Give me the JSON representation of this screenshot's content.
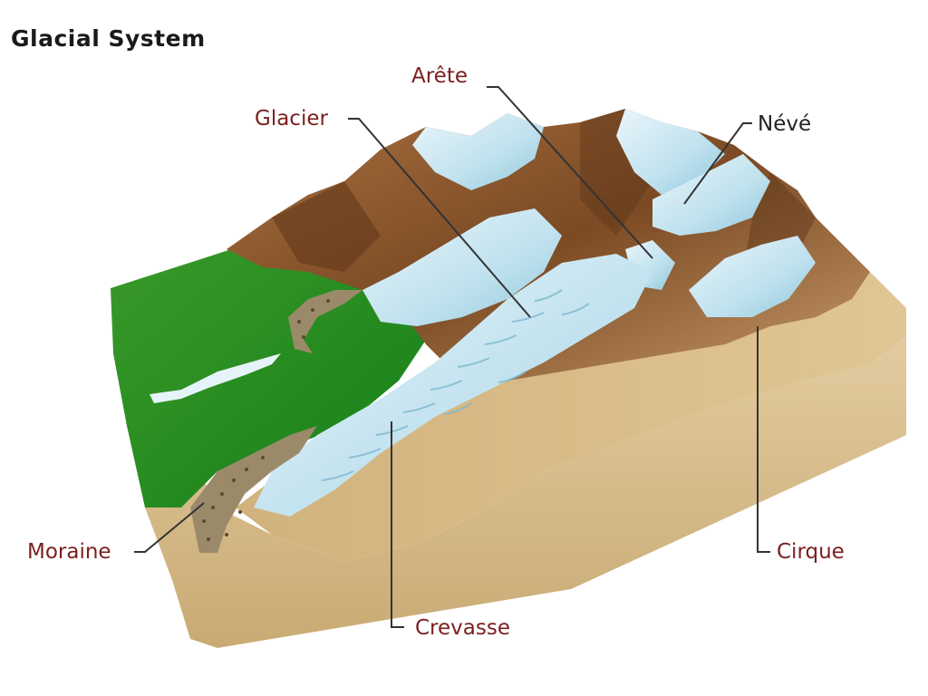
{
  "title": "Glacial System",
  "labels": {
    "arete": "Arête",
    "glacier": "Glacier",
    "neve": "Névé",
    "moraine": "Moraine",
    "cirque": "Cirque",
    "crevasse": "Crevasse"
  },
  "colors": {
    "label_text_dark_red": "#7a1f1f",
    "label_text_black": "#222222",
    "leader_line": "#333333",
    "grass": "#1f8a1f",
    "rock": "#8b5a2b",
    "ice": "#cfe9f3",
    "soil": "#d8bf8f"
  }
}
